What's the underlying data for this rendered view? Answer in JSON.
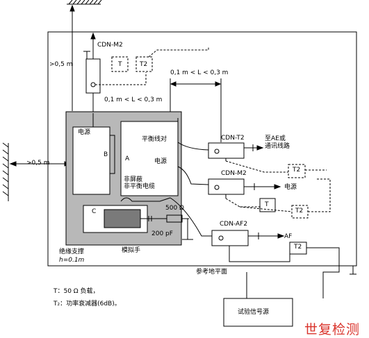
{
  "labels": {
    "cdn_m2_top": "CDN-M2",
    "dist_top": ">0,5 m",
    "dist_left": ">0,5 m",
    "range_1": "0,1 m < L < 0,3 m",
    "range_2": "0,1 m < L < 0,3 m",
    "t_box_1": "T",
    "t2_box_1": "T2",
    "power_b": "电源",
    "b": "B",
    "a": "A",
    "balanced_pair": "平衡线对",
    "power_a": "电源",
    "unshielded": "非屏蔽",
    "unbalanced": "非平衡电缆",
    "c": "C",
    "r500": "500 Ω",
    "c200": "200 pF",
    "hand": "模拟手",
    "insul_support": "绝缘支撑",
    "insul_h": "h=0.1m",
    "cdn_t2": "CDN-T2",
    "to_ae_1": "至AE或",
    "to_ae_2": "通讯线路",
    "t2_box_2": "T2",
    "cdn_m2": "CDN-M2",
    "power_out": "电源",
    "t_box_2": "T",
    "t2_box_3": "T2",
    "cdn_af2": "CDN-AF2",
    "af": "AF",
    "t2_box_4": "T2",
    "ref_plane": "参考地平面",
    "legend_t": "T：50 Ω 负载，",
    "legend_t2": "T₂：功率衰减器(6dB)。",
    "signal_source": "试验信号源",
    "watermark": "世复检测"
  },
  "colors": {
    "gray_box": "#b8b8b8",
    "hand_fill": "#7a7a7a",
    "watermark": "#d9322a"
  }
}
